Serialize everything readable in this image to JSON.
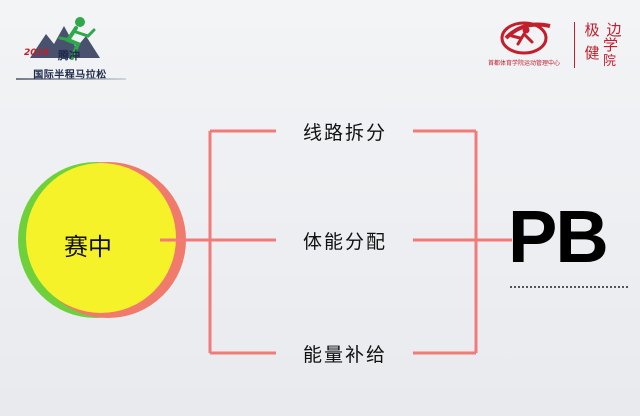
{
  "header": {
    "event_logo": {
      "year": "2016",
      "brand": "腾冲",
      "name": "国际半程马拉松"
    },
    "org_logo": {
      "org_name": "首都体育学院运动管理中心",
      "seal_chars": [
        "极",
        "边",
        "健",
        "学",
        "院"
      ],
      "brand_color": "#c21e2b"
    }
  },
  "diagram": {
    "main_node": "赛中",
    "branches": [
      "线路拆分",
      "体能分配",
      "能量补给"
    ],
    "result": "PB",
    "colors": {
      "connector": "#f27a78",
      "circle_fill": "#f6f22a",
      "circle_green": "#6ed13c",
      "circle_salmon": "#f07a6b",
      "text": "#111111"
    }
  }
}
